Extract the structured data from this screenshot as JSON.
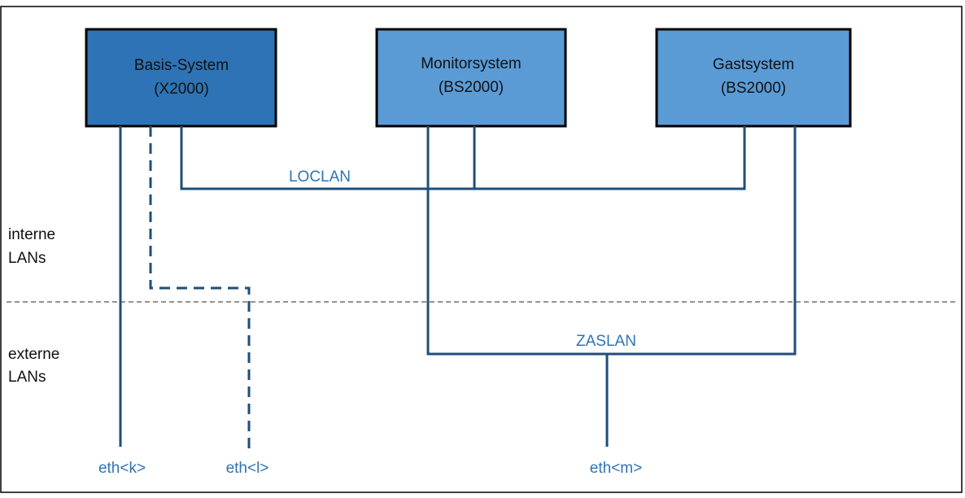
{
  "colors": {
    "basis_fill": "#2e73b5",
    "system_fill": "#5b9bd5",
    "box_border": "#000000",
    "line": "#1f4e79",
    "label": "#2e74b5",
    "separator": "#555555"
  },
  "systems": {
    "basis": {
      "line1": "Basis-System",
      "line2": "(X2000)"
    },
    "monitor": {
      "line1": "Monitorsystem",
      "line2": "(BS2000)"
    },
    "guest": {
      "line1": "Gastsystem",
      "line2": "(BS2000)"
    }
  },
  "lans": {
    "loclan": "LOCLAN",
    "zaslan": "ZASLAN"
  },
  "zones": {
    "internal": {
      "line1": "interne",
      "line2": "LANs"
    },
    "external": {
      "line1": "externe",
      "line2": "LANs"
    }
  },
  "ports": {
    "k": "eth<k>",
    "l": "eth<l>",
    "m": "eth<m>"
  }
}
